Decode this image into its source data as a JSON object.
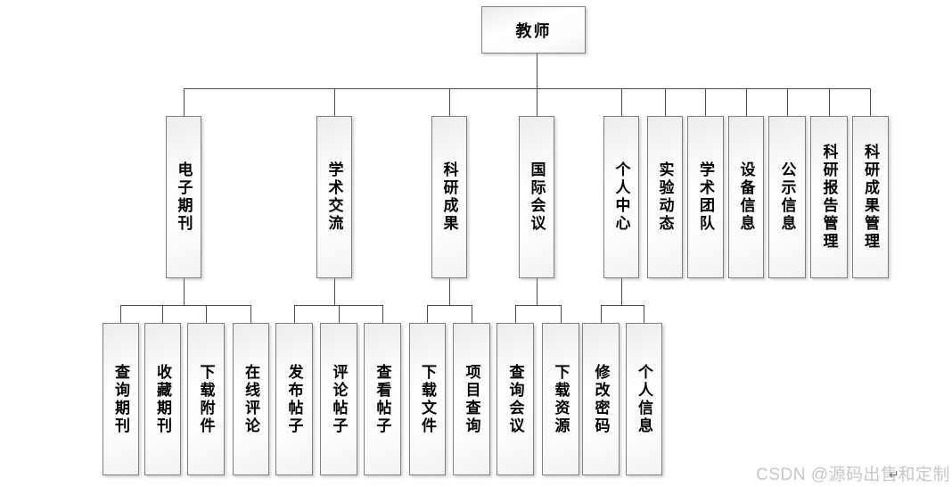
{
  "diagram": {
    "root": {
      "label": "教师"
    },
    "branches": [
      {
        "label": "电子期刊",
        "children": [
          "查询期刊",
          "收藏期刊",
          "下载附件",
          "在线评论"
        ]
      },
      {
        "label": "学术交流",
        "children": [
          "发布帖子",
          "评论帖子",
          "查看帖子"
        ]
      },
      {
        "label": "科研成果",
        "children": [
          "下载文件",
          "项目查询"
        ]
      },
      {
        "label": "国际会议",
        "children": [
          "查询会议",
          "下载资源"
        ]
      },
      {
        "label": "个人中心",
        "children": [
          "修改密码",
          "个人信息"
        ]
      },
      {
        "label": "实验动态",
        "children": []
      },
      {
        "label": "学术团队",
        "children": []
      },
      {
        "label": "设备信息",
        "children": []
      },
      {
        "label": "公示信息",
        "children": []
      },
      {
        "label": "科研报告管理",
        "children": []
      },
      {
        "label": "科研成果管理",
        "children": []
      }
    ]
  },
  "watermark": {
    "text": "CSDN @源码出售和定制",
    "return_mark": "↵"
  }
}
